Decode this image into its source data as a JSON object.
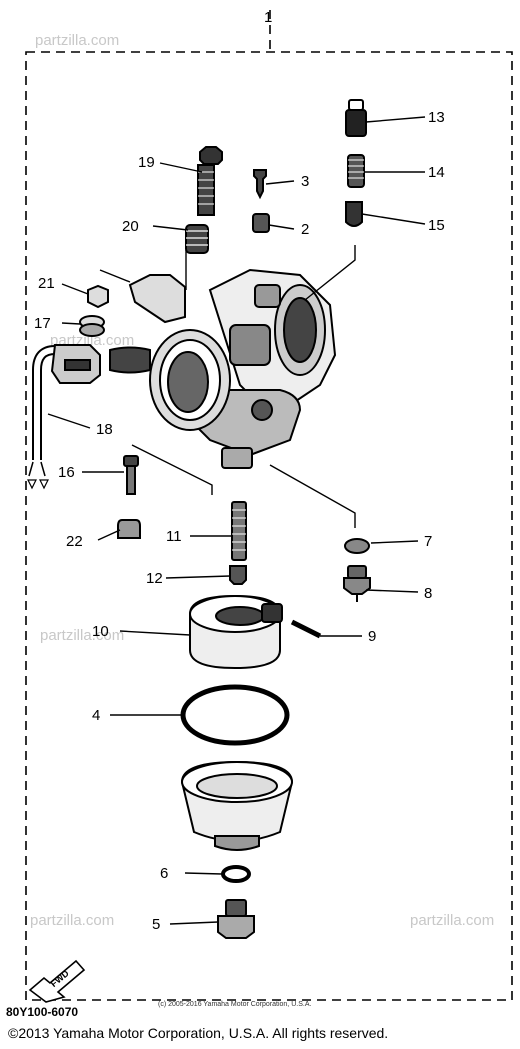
{
  "diagram": {
    "callouts": [
      {
        "number": "1",
        "part": "carburetor-assembly"
      },
      {
        "number": "2",
        "part": "jet-holder"
      },
      {
        "number": "3",
        "part": "pilot-jet"
      },
      {
        "number": "4",
        "part": "float-chamber-gasket"
      },
      {
        "number": "5",
        "part": "drain-plug"
      },
      {
        "number": "6",
        "part": "drain-plug-gasket"
      },
      {
        "number": "7",
        "part": "needle-valve-washer"
      },
      {
        "number": "8",
        "part": "needle-valve-assembly"
      },
      {
        "number": "9",
        "part": "float-pin"
      },
      {
        "number": "10",
        "part": "float"
      },
      {
        "number": "11",
        "part": "needle-jet"
      },
      {
        "number": "12",
        "part": "main-jet"
      },
      {
        "number": "13",
        "part": "starter-plunger"
      },
      {
        "number": "14",
        "part": "plunger-spring"
      },
      {
        "number": "15",
        "part": "plunger-cap"
      },
      {
        "number": "16",
        "part": "float-bowl-screw"
      },
      {
        "number": "17",
        "part": "throttle-spring"
      },
      {
        "number": "18",
        "part": "vent-hose"
      },
      {
        "number": "19",
        "part": "throttle-stop-screw"
      },
      {
        "number": "20",
        "part": "stop-screw-spring"
      },
      {
        "number": "21",
        "part": "cap-nut"
      },
      {
        "number": "22",
        "part": "cap"
      }
    ],
    "fwd_label": "FWD",
    "diagram_code": "80Y100-6070",
    "inner_copyright": "(c) 2005-2016 Yamaha Motor Corporation, U.S.A.",
    "copyright": "©2013 Yamaha Motor Corporation, U.S.A. All rights reserved.",
    "watermarks": [
      "partzilla.com",
      "partzilla.com",
      "partzilla.com",
      "partzilla.com",
      "partzilla.com"
    ]
  }
}
